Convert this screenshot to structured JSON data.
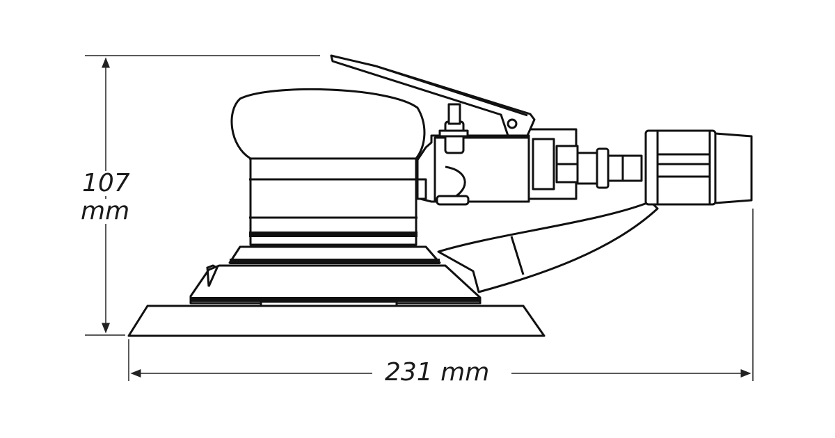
{
  "dimensions": {
    "height": {
      "value": "107",
      "unit": "mm"
    },
    "width": {
      "value": "231 mm"
    }
  },
  "colors": {
    "line": "#111111",
    "background": "#ffffff"
  }
}
